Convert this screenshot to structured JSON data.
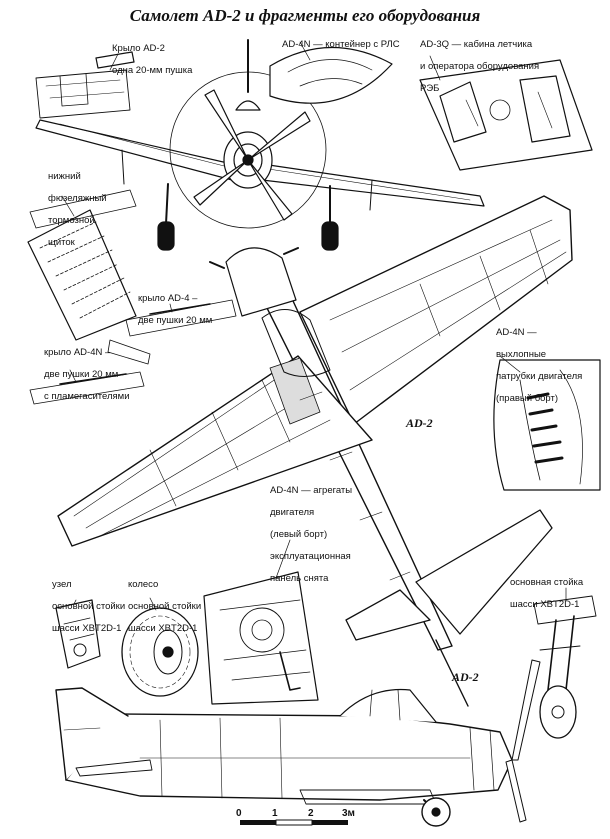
{
  "title": "Самолет AD-2 и фрагменты его оборудования",
  "labels": {
    "wing_ad2": [
      "Крыло AD-2",
      "одна 20-мм пушка"
    ],
    "radar_pod": [
      "AD-4N — контейнер с РЛС"
    ],
    "cockpit_ad3q": [
      "AD-3Q — кабина летчика",
      "и оператора оборудования",
      "РЭБ"
    ],
    "air_brake": [
      "нижний",
      "фюзеляжный",
      "тормозной",
      "щиток"
    ],
    "wing_ad4": [
      "крыло AD-4 –",
      "две пушки 20 мм"
    ],
    "wing_ad4n": [
      "крыло AD-4N –",
      "две пушки 20 мм",
      "с пламегасителями"
    ],
    "exhaust": [
      "AD-4N —",
      "выхлопные",
      "патрубки двигателя",
      "(правый борт)"
    ],
    "engine_units": [
      "AD-4N — агрегаты",
      "двигателя",
      "(левый борт)",
      "эксплуатационная",
      "панель снята"
    ],
    "gear_node": [
      "узел",
      "основной стойки",
      "шасси XBT2D-1"
    ],
    "wheel": [
      "колесо",
      "основной стойки",
      "шасси XBT2D-1"
    ],
    "main_strut": [
      "основная стойка",
      "шасси XBT2D-1"
    ]
  },
  "model_tags": {
    "plan_view": "AD-2",
    "side_view": "AD-2"
  },
  "scale": {
    "ticks": [
      "0",
      "1",
      "2",
      "3м"
    ]
  }
}
